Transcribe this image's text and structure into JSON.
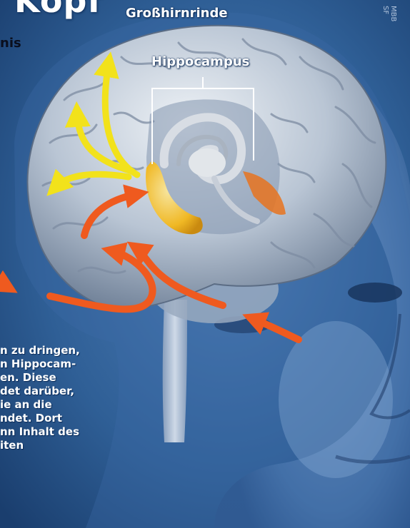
{
  "title_partial": "Kopf",
  "labels": {
    "cortex": "Großhirnrinde",
    "hippocampus": "Hippocampus"
  },
  "left_fragment": "nis",
  "body_lines": [
    "n zu dringen,",
    "n Hippocam-",
    "en. Diese",
    "det darüber,",
    "ie an die",
    "ndet. Dort",
    "nn Inhalt des",
    "iten"
  ],
  "credit": "MBB SF",
  "colors": {
    "background": "#2f5f96",
    "brain": "#c9d2dd",
    "yellow_arrows": "#f2e21b",
    "orange_arrows": "#ef5a1f",
    "hippocampus_highlight": "#f0b824"
  },
  "icons": [
    "brain-illustration",
    "face-silhouette",
    "yellow-arrow",
    "orange-arrow"
  ]
}
